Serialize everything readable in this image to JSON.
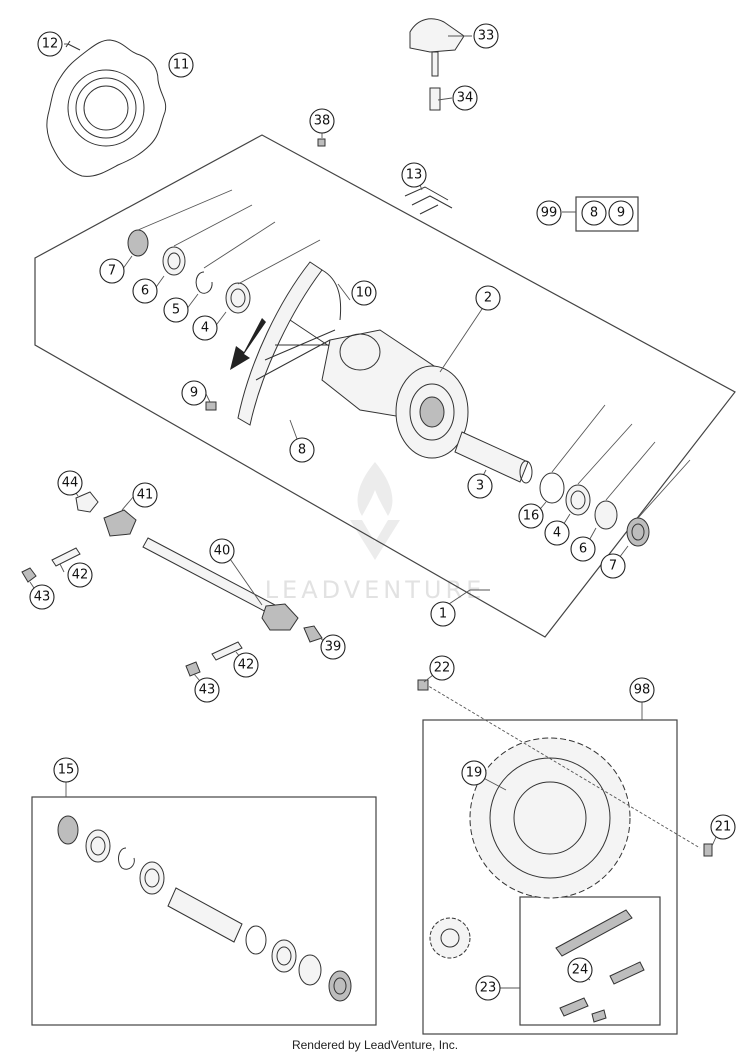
{
  "footer": "Rendered by LeadVenture, Inc.",
  "watermark": "LEADVENTURE",
  "callouts": [
    "12",
    "11",
    "33",
    "34",
    "38",
    "13",
    "99",
    "8",
    "9",
    "7",
    "6",
    "5",
    "4",
    "10",
    "2",
    "9",
    "8",
    "3",
    "16",
    "4",
    "6",
    "7",
    "44",
    "41",
    "40",
    "42",
    "43",
    "1",
    "39",
    "42",
    "43",
    "22",
    "98",
    "15",
    "19",
    "21",
    "24",
    "23"
  ]
}
